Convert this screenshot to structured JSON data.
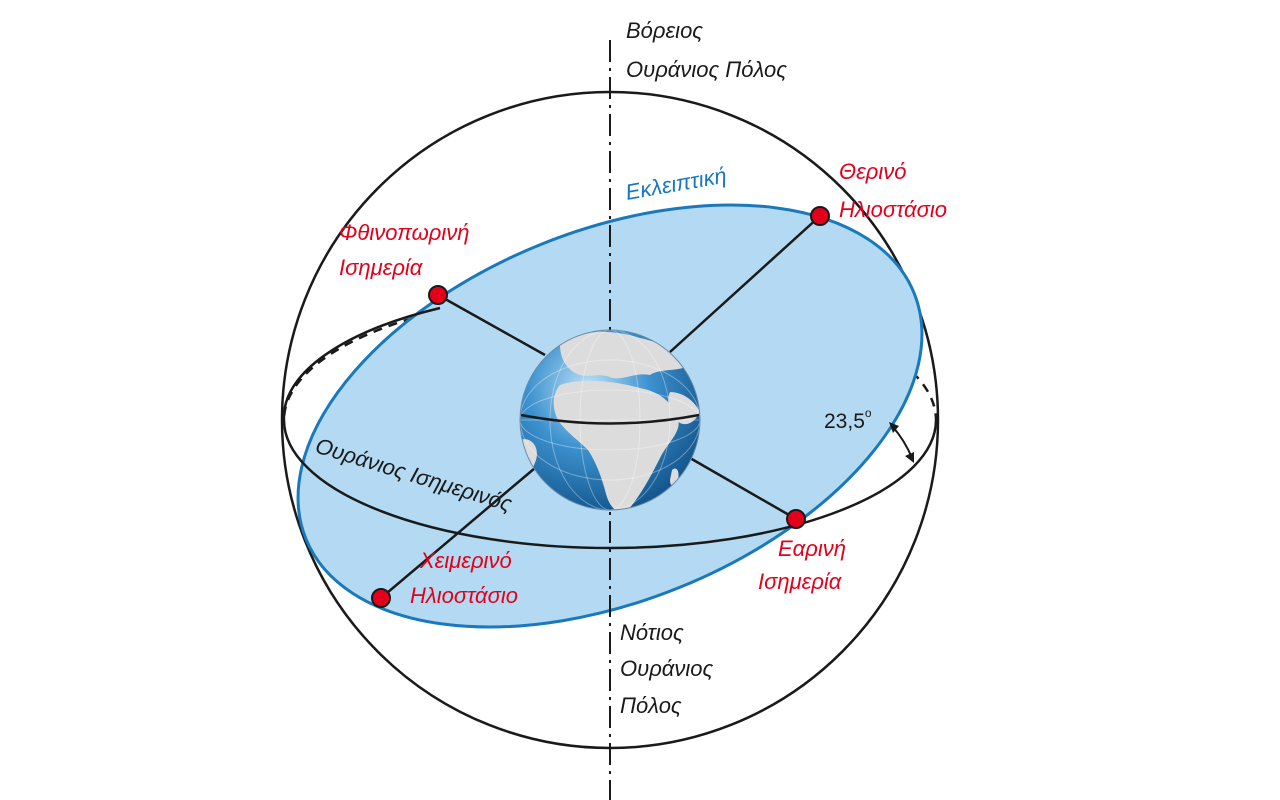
{
  "labels": {
    "north_pole_line1": "Βόρειος",
    "north_pole_line2": "Ουράνιος Πόλος",
    "south_pole_line1": "Νότιος",
    "south_pole_line2": "Ουράνιος",
    "south_pole_line3": "Πόλος",
    "ecliptic": "Εκλειπτική",
    "celestial_equator": "Ουράνιος Ισημερινός",
    "autumn_equinox_line1": "Φθινοπωρινή",
    "autumn_equinox_line2": "Ισημερία",
    "summer_solstice_line1": "Θερινό",
    "summer_solstice_line2": "Ηλιοστάσιο",
    "spring_equinox_line1": "Εαρινή",
    "spring_equinox_line2": "Ισημερία",
    "winter_solstice_line1": "Χειμερινό",
    "winter_solstice_line2": "Ηλιοστάσιο",
    "angle_value": "23,5",
    "angle_unit": "ο"
  },
  "colors": {
    "ecliptic_fill": "#b3daf2",
    "ecliptic_stroke": "#1a79bd",
    "marker": "#e3001b",
    "red_text": "#e3001b",
    "blue_text": "#1877c0",
    "ocean": "#2f86c6",
    "land": "#dcdcdc"
  },
  "icons": {
    "earth": "earth-globe-icon",
    "marker": "red-dot-marker-icon",
    "angle": "double-arrow-icon"
  }
}
